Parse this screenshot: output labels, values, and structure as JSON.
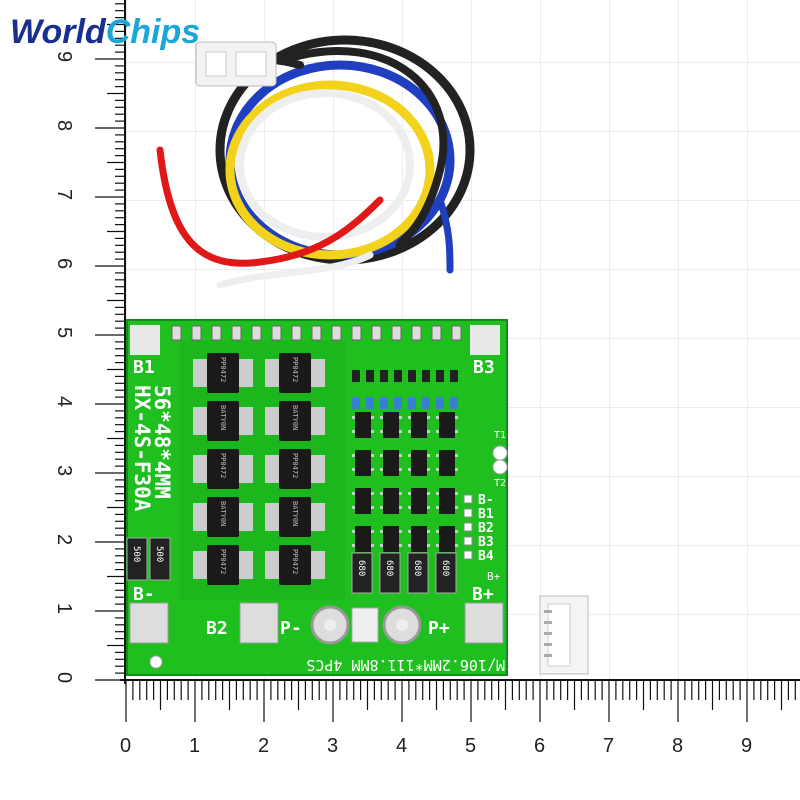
{
  "brand": {
    "world": "World",
    "chips": "Chips"
  },
  "ruler": {
    "x_labels": [
      "0",
      "1",
      "2",
      "3",
      "4",
      "5",
      "6",
      "7",
      "8",
      "9"
    ],
    "y_labels": [
      "0",
      "1",
      "2",
      "3",
      "4",
      "5",
      "6",
      "7",
      "8",
      "9"
    ]
  },
  "board": {
    "model_a": "HX-4S-F30A",
    "model_b": "56*48*4MM",
    "b1": "B1",
    "b3": "B3",
    "b2": "B2",
    "b_minus": "B-",
    "b_plus": "B+",
    "p_minus": "P-",
    "p_plus": "P+",
    "t1": "T1",
    "t2": "T2",
    "pins": [
      "B-",
      "B1",
      "B2",
      "B3",
      "B4"
    ],
    "pin_bplus": "B+",
    "footer": "M/106.2MM*111.8MM 4PCS",
    "res_left": "500",
    "res_bottom": "680",
    "mosfet_a": "PP0472",
    "mosfet_b": "BATY0N"
  },
  "colors": {
    "pcb": "#1fbf1f",
    "pcb_dark": "#0f8f1a",
    "brand_blue": "#1a2f8f",
    "brand_cyan": "#19a7d8"
  }
}
